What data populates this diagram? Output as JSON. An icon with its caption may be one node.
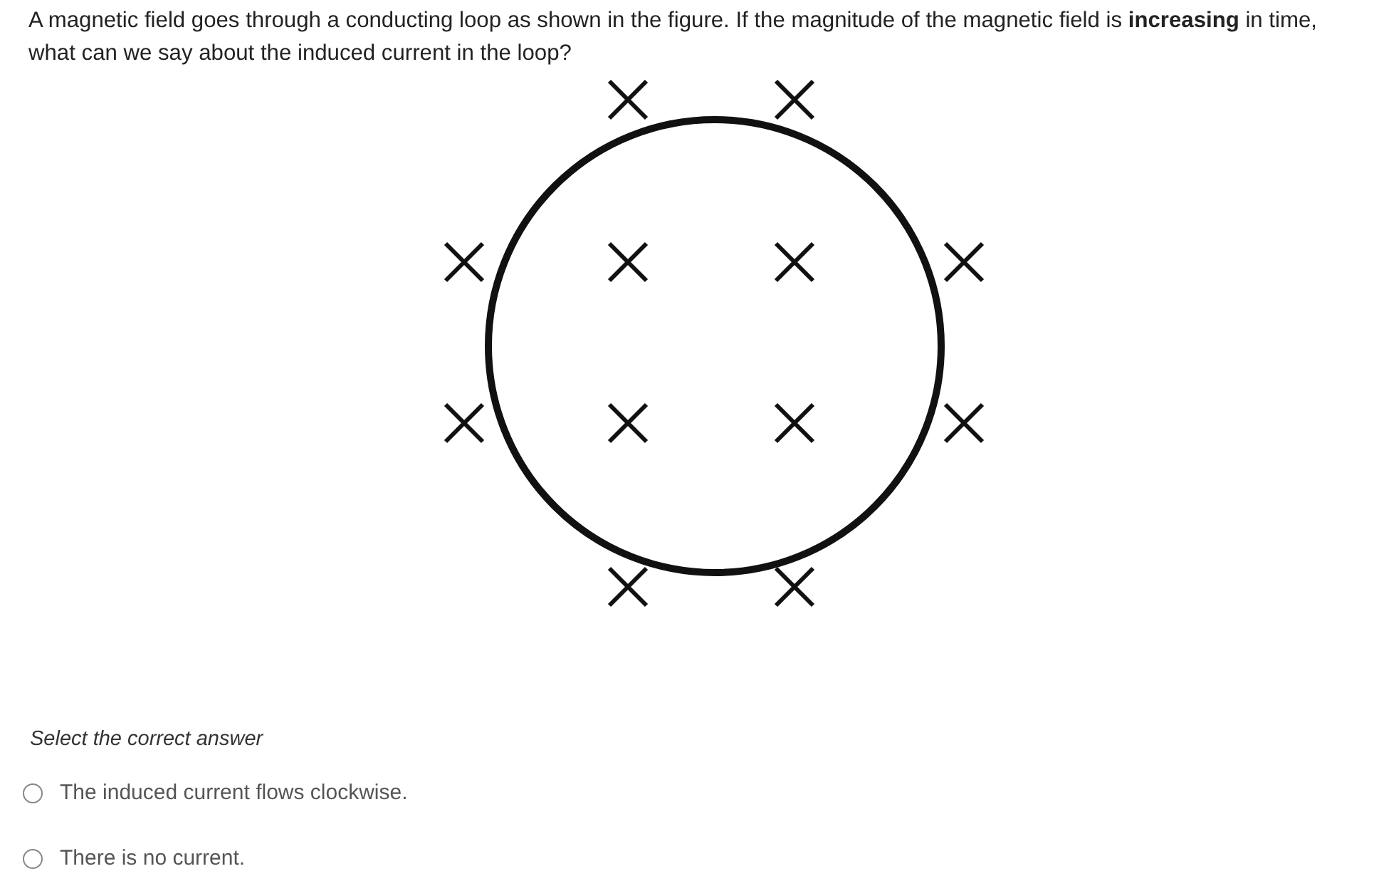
{
  "diagram": {
    "labels": [
      "A magnetic field goes through a conducting loop as shown in the figure. If the magnitude of the magnetic field is **increasing** in time, what can we say about the induced current in the loop?",
      "Select the correct answer",
      "The induced current flows clockwise.",
      "There is no current."
    ]
  }
}
